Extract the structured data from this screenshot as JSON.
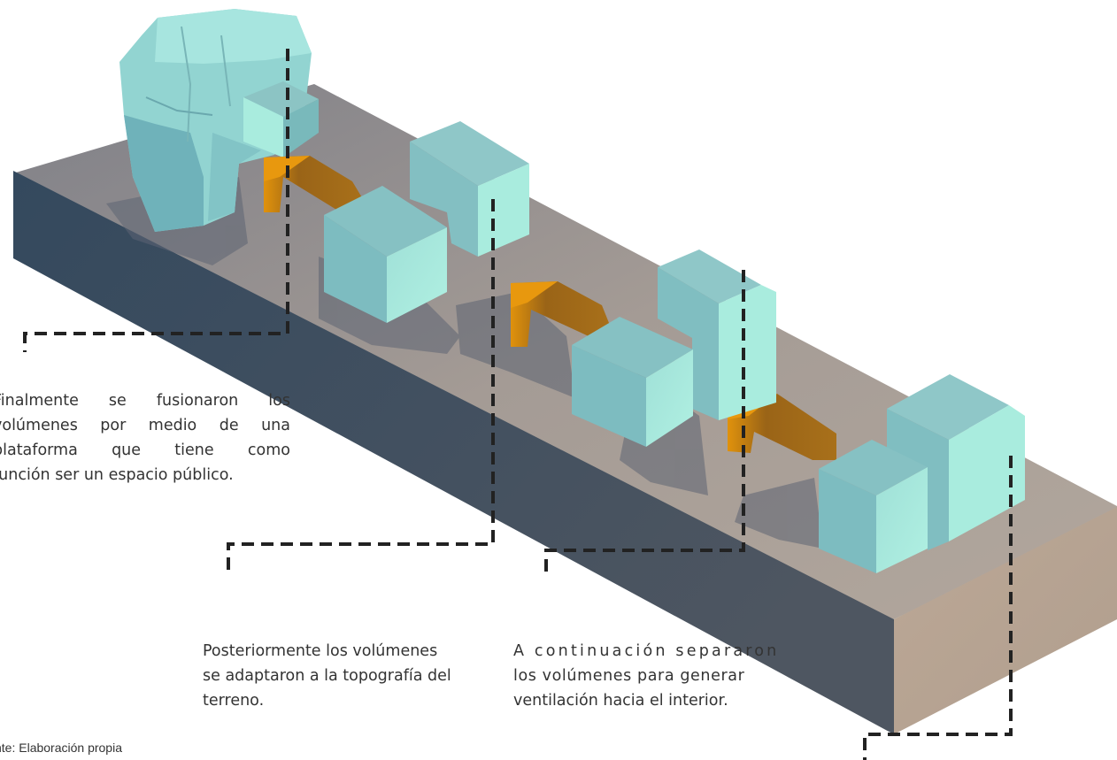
{
  "annotations": [
    {
      "id": "fusion",
      "lines": [
        "Finalmente se fusionaron los",
        "volúmenes por medio de una",
        "plataforma que tiene como",
        "función ser un espacio público."
      ]
    },
    {
      "id": "topography",
      "lines": [
        "Posteriormente los volúmenes",
        "se adaptaron a la topografía del",
        "terreno."
      ]
    },
    {
      "id": "separation",
      "lines": [
        "A continuación separaron",
        "los volúmenes para generar",
        "ventilación hacia el interior."
      ]
    }
  ],
  "source": "nte: Elaboración propia",
  "colors": {
    "platform_top": "#a59c95",
    "platform_left": "#46515e",
    "platform_right": "#b5a493",
    "volume_top": "#8cc4c4",
    "volume_face_light": "#a9ecde",
    "volume_face_dark": "#72b2b6",
    "arrow": "#d88a10",
    "arrow_dark": "#8a5a1a",
    "leader_line": "#222222"
  },
  "icons": [
    "orange-ventilation-arrow"
  ]
}
